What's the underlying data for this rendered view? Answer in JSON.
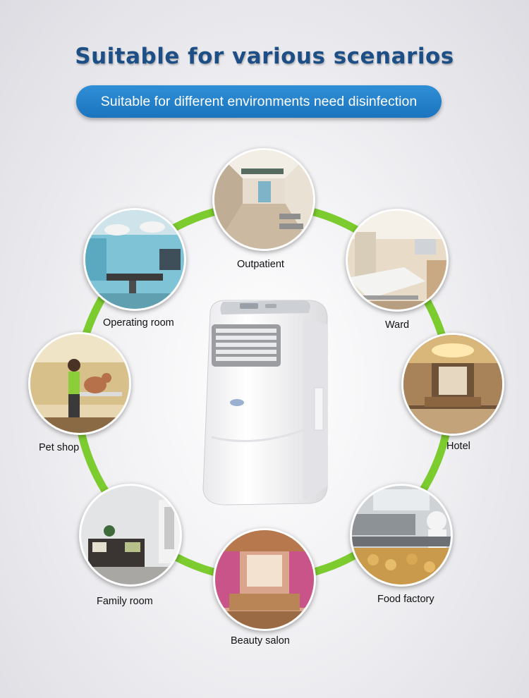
{
  "title": "Suitable for various scenarios",
  "subtitle": "Suitable for different environments need disinfection",
  "ring_color": "#7ccb2f",
  "scenes": [
    {
      "id": "outpatient",
      "label": "Outpatient",
      "icon": "outpatient-hallway-photo"
    },
    {
      "id": "ward",
      "label": "Ward",
      "icon": "hospital-ward-photo"
    },
    {
      "id": "hotel",
      "label": "Hotel",
      "icon": "hotel-lobby-photo"
    },
    {
      "id": "food-factory",
      "label": "Food factory",
      "icon": "food-factory-photo"
    },
    {
      "id": "beauty-salon",
      "label": "Beauty salon",
      "icon": "beauty-salon-photo"
    },
    {
      "id": "family-room",
      "label": "Family room",
      "icon": "family-room-photo"
    },
    {
      "id": "pet-shop",
      "label": "Pet shop",
      "icon": "pet-shop-photo"
    },
    {
      "id": "operating-room",
      "label": "Operating room",
      "icon": "operating-room-photo"
    }
  ]
}
